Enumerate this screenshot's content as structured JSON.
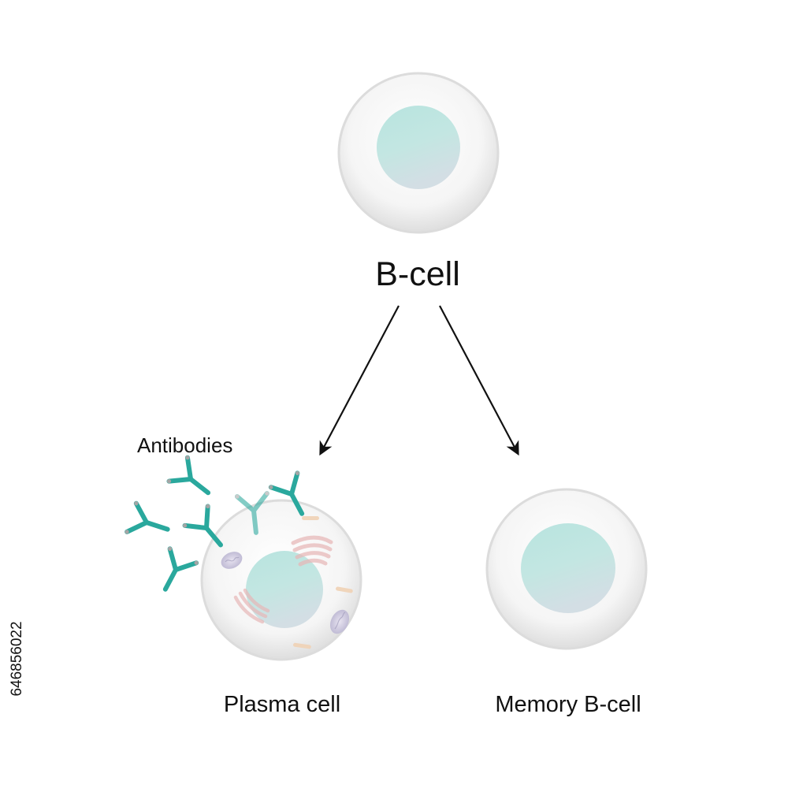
{
  "diagram": {
    "labels": {
      "b_cell": "B-cell",
      "antibodies": "Antibodies",
      "plasma_cell": "Plasma cell",
      "memory_b_cell": "Memory B-cell"
    },
    "stock_id": "646856022",
    "colors": {
      "background": "#ffffff",
      "cell_membrane": "#ebebeb",
      "nucleus": "#bfe6e2",
      "antibody": "#2aa89d",
      "antibody_tip": "#a5a5a5",
      "arrow": "#111111",
      "golgi": "#e7b7b7",
      "mitochondrion": "#c8c3dc",
      "vesicle": "#f0d2b5"
    },
    "icons": {
      "arrow_left": "arrow-down-left-icon",
      "arrow_right": "arrow-down-right-icon",
      "antibody": "y-antibody-icon"
    }
  }
}
